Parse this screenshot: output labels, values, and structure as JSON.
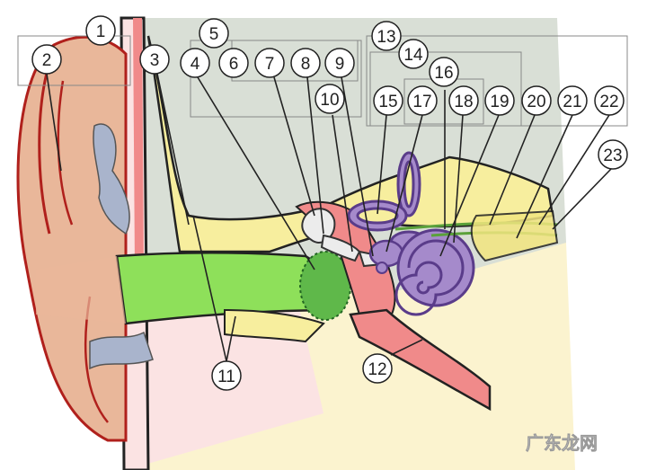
{
  "diagram": {
    "labels": [
      {
        "id": "1",
        "text": "1"
      },
      {
        "id": "2",
        "text": "2"
      },
      {
        "id": "3",
        "text": "3"
      },
      {
        "id": "4",
        "text": "4"
      },
      {
        "id": "5",
        "text": "5"
      },
      {
        "id": "6",
        "text": "6"
      },
      {
        "id": "7",
        "text": "7"
      },
      {
        "id": "8",
        "text": "8"
      },
      {
        "id": "9",
        "text": "9"
      },
      {
        "id": "10",
        "text": "10"
      },
      {
        "id": "11",
        "text": "11"
      },
      {
        "id": "12",
        "text": "12"
      },
      {
        "id": "13",
        "text": "13"
      },
      {
        "id": "14",
        "text": "14"
      },
      {
        "id": "15",
        "text": "15"
      },
      {
        "id": "16",
        "text": "16"
      },
      {
        "id": "17",
        "text": "17"
      },
      {
        "id": "18",
        "text": "18"
      },
      {
        "id": "19",
        "text": "19"
      },
      {
        "id": "20",
        "text": "20"
      },
      {
        "id": "21",
        "text": "21"
      },
      {
        "id": "22",
        "text": "22"
      },
      {
        "id": "23",
        "text": "23"
      }
    ],
    "watermark": "广东龙网",
    "colors": {
      "skin": "#e9b79a",
      "outline_red": "#b0201c",
      "canal_green": "#8ee05a",
      "bone_yellow": "#f7ee9e",
      "cochlea_purple": "#a58acb",
      "tube_red": "#f08a8a",
      "bg_gray": "#d9dfd6",
      "tissue_pink": "#fbe3e3",
      "cartilage_blue": "#a9b4cc"
    }
  }
}
